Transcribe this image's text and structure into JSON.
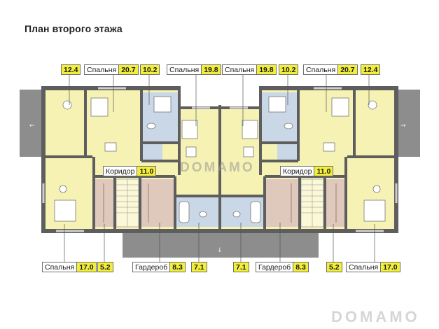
{
  "title": "План второго этажа",
  "labels": {
    "top_l_balcony": "12.4",
    "top_l_bed_name": "Спальня",
    "top_l_bed_val": "20.7",
    "top_l_bath": "10.2",
    "top_l_bed2_name": "Спальня",
    "top_l_bed2_val": "19.8",
    "top_r_bed2_name": "Спальня",
    "top_r_bed2_val": "19.8",
    "top_r_bath": "10.2",
    "top_r_bed_name": "Спальня",
    "top_r_bed_val": "20.7",
    "top_r_balcony": "12.4",
    "corr_l_name": "Коридор",
    "corr_l_val": "11.0",
    "corr_r_name": "Коридор",
    "corr_r_val": "11.0",
    "bot_l_bed_name": "Спальня",
    "bot_l_bed_val": "17.0",
    "bot_l_small": "5.2",
    "bot_l_ward_name": "Гардероб",
    "bot_l_ward_val": "8.3",
    "bot_l_wc": "7.1",
    "bot_r_wc": "7.1",
    "bot_r_ward_name": "Гардероб",
    "bot_r_ward_val": "8.3",
    "bot_r_small": "5.2",
    "bot_r_bed_name": "Спальня",
    "bot_r_bed_val": "17.0"
  },
  "watermark": "DOMAMO",
  "colors": {
    "wall": "#6b6b6b",
    "bedroom": "#f6f2b4",
    "bathroom": "#c9d7e6",
    "wardrobe": "#dfc9bd",
    "balcony": "#efefef",
    "roof": "#8c8c8c",
    "label_value": "#f2ee3a"
  }
}
